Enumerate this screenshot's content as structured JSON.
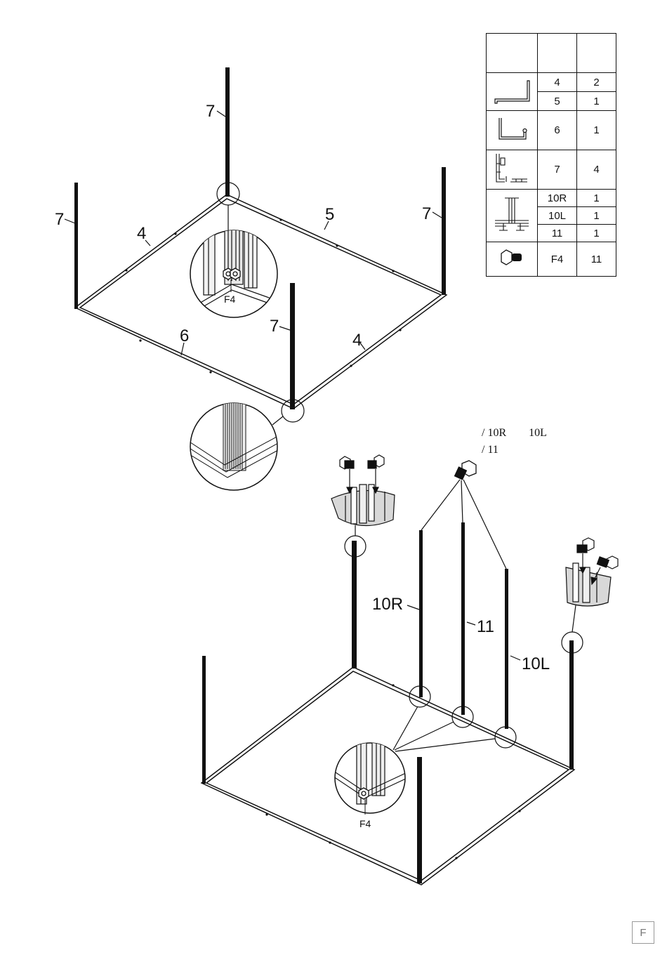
{
  "parts_table": {
    "header": [
      "",
      "",
      ""
    ],
    "rows": [
      {
        "icon": "angle-profile-icon",
        "entries": [
          {
            "part": "4",
            "qty": "2"
          },
          {
            "part": "5",
            "qty": "1"
          }
        ]
      },
      {
        "icon": "channel-profile-icon",
        "entries": [
          {
            "part": "6",
            "qty": "1"
          }
        ]
      },
      {
        "icon": "corner-post-profile-icon",
        "entries": [
          {
            "part": "7",
            "qty": "4"
          }
        ]
      },
      {
        "icon": "i-beam-profile-icon",
        "entries": [
          {
            "part": "10R",
            "qty": "1"
          },
          {
            "part": "10L",
            "qty": "1"
          },
          {
            "part": "11",
            "qty": "1"
          }
        ]
      },
      {
        "icon": "bolt-icon",
        "entries": [
          {
            "part": "F4",
            "qty": "11"
          }
        ]
      }
    ]
  },
  "step_top": {
    "post_labels": [
      "7",
      "7",
      "7",
      "7"
    ],
    "frame_labels": [
      "4",
      "5",
      "6",
      "4"
    ],
    "detail_fastener": "F4"
  },
  "step_bottom": {
    "post_labels": [
      "10R",
      "11",
      "10L"
    ],
    "note_lines": [
      "/ 10R        10L",
      "/ 11"
    ],
    "detail_fastener": "F4"
  },
  "page_mark": "F"
}
